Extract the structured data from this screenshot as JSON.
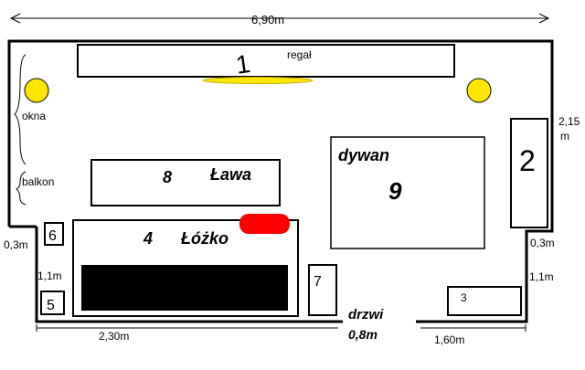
{
  "dimensions": {
    "total_width": "6,90m",
    "right_height_value": "2,15",
    "right_height_unit": "m",
    "left_gap": "0,3m",
    "right_gap": "0,3m",
    "right_lower": "1,1m",
    "left_lower": "1,1m",
    "bottom_left": "2,30m",
    "bottom_right": "1,60m"
  },
  "door": {
    "label": "drzwi",
    "width": "0,8m"
  },
  "windows": {
    "windows_label": "okna",
    "balcony_label": "balkon"
  },
  "furniture": {
    "shelf": {
      "number": "1",
      "label": "regał"
    },
    "cabinet": {
      "number": "2"
    },
    "box3": {
      "number": "3"
    },
    "bed": {
      "number": "4",
      "label": "Łóżko"
    },
    "box5": {
      "number": "5"
    },
    "box6": {
      "number": "6"
    },
    "box7": {
      "number": "7"
    },
    "bench": {
      "number": "8",
      "label": "Ława"
    },
    "rug": {
      "number": "9",
      "label": "dywan"
    }
  },
  "colors": {
    "wall": "#000000",
    "lamp": "#ffe600",
    "pillow": "#ff0000",
    "mattress": "#000000"
  }
}
